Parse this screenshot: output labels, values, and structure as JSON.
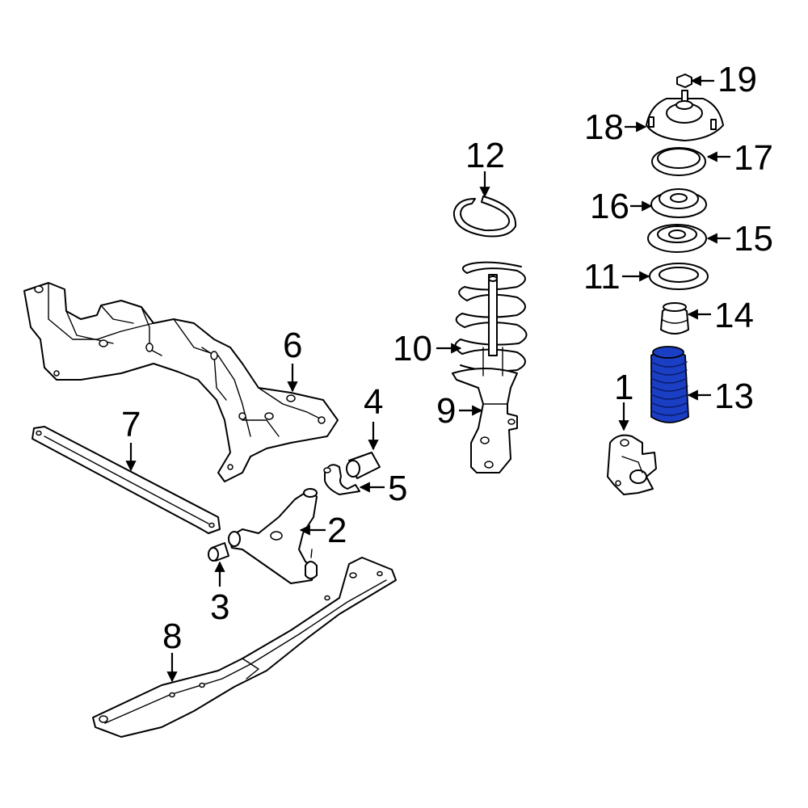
{
  "highlight_color": "#1a3fc4",
  "highlighted_part": "13",
  "callouts": [
    {
      "id": "c1",
      "label": "1"
    },
    {
      "id": "c2",
      "label": "2"
    },
    {
      "id": "c3",
      "label": "3"
    },
    {
      "id": "c4",
      "label": "4"
    },
    {
      "id": "c5",
      "label": "5"
    },
    {
      "id": "c6",
      "label": "6"
    },
    {
      "id": "c7",
      "label": "7"
    },
    {
      "id": "c8",
      "label": "8"
    },
    {
      "id": "c9",
      "label": "9"
    },
    {
      "id": "c10",
      "label": "10"
    },
    {
      "id": "c11",
      "label": "11"
    },
    {
      "id": "c12",
      "label": "12"
    },
    {
      "id": "c13",
      "label": "13"
    },
    {
      "id": "c14",
      "label": "14"
    },
    {
      "id": "c15",
      "label": "15"
    },
    {
      "id": "c16",
      "label": "16"
    },
    {
      "id": "c17",
      "label": "17"
    },
    {
      "id": "c18",
      "label": "18"
    },
    {
      "id": "c19",
      "label": "19"
    }
  ]
}
